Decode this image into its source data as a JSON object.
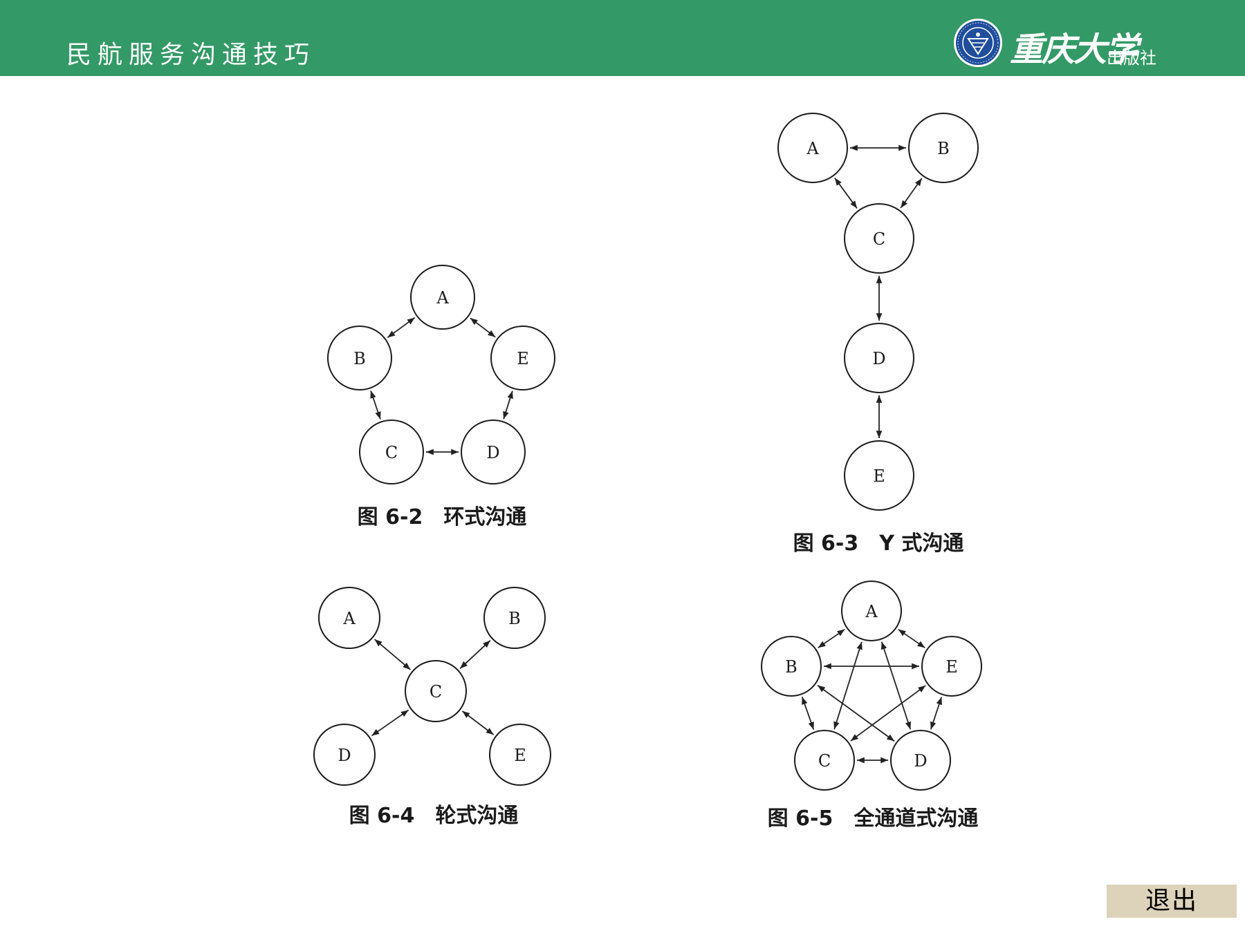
{
  "header": {
    "title": "民航服务沟通技巧",
    "logo_name": "重庆大学",
    "logo_suffix": "出版社",
    "background_color": "#339966",
    "text_color": "#ffffff"
  },
  "diagrams": [
    {
      "id": "ring",
      "caption": "图 6-2　环式沟通",
      "nodes": [
        "A",
        "B",
        "C",
        "D",
        "E"
      ],
      "edges": [
        [
          "A",
          "B"
        ],
        [
          "B",
          "C"
        ],
        [
          "C",
          "D"
        ],
        [
          "D",
          "E"
        ],
        [
          "E",
          "A"
        ]
      ]
    },
    {
      "id": "y",
      "caption": "图 6-3　Y 式沟通",
      "nodes": [
        "A",
        "B",
        "C",
        "D",
        "E"
      ],
      "edges": [
        [
          "A",
          "B"
        ],
        [
          "A",
          "C"
        ],
        [
          "B",
          "C"
        ],
        [
          "C",
          "D"
        ],
        [
          "D",
          "E"
        ]
      ]
    },
    {
      "id": "wheel",
      "caption": "图 6-4　轮式沟通",
      "nodes": [
        "A",
        "B",
        "C",
        "D",
        "E"
      ],
      "edges": [
        [
          "A",
          "C"
        ],
        [
          "B",
          "C"
        ],
        [
          "D",
          "C"
        ],
        [
          "E",
          "C"
        ]
      ]
    },
    {
      "id": "all-channel",
      "caption": "图 6-5　全通道式沟通",
      "nodes": [
        "A",
        "B",
        "C",
        "D",
        "E"
      ],
      "edges": [
        [
          "A",
          "B"
        ],
        [
          "A",
          "E"
        ],
        [
          "A",
          "C"
        ],
        [
          "A",
          "D"
        ],
        [
          "B",
          "E"
        ],
        [
          "B",
          "C"
        ],
        [
          "B",
          "D"
        ],
        [
          "E",
          "C"
        ],
        [
          "E",
          "D"
        ],
        [
          "C",
          "D"
        ]
      ]
    }
  ],
  "footer": {
    "exit_label": "退出",
    "exit_color": "#ddd3bb"
  }
}
